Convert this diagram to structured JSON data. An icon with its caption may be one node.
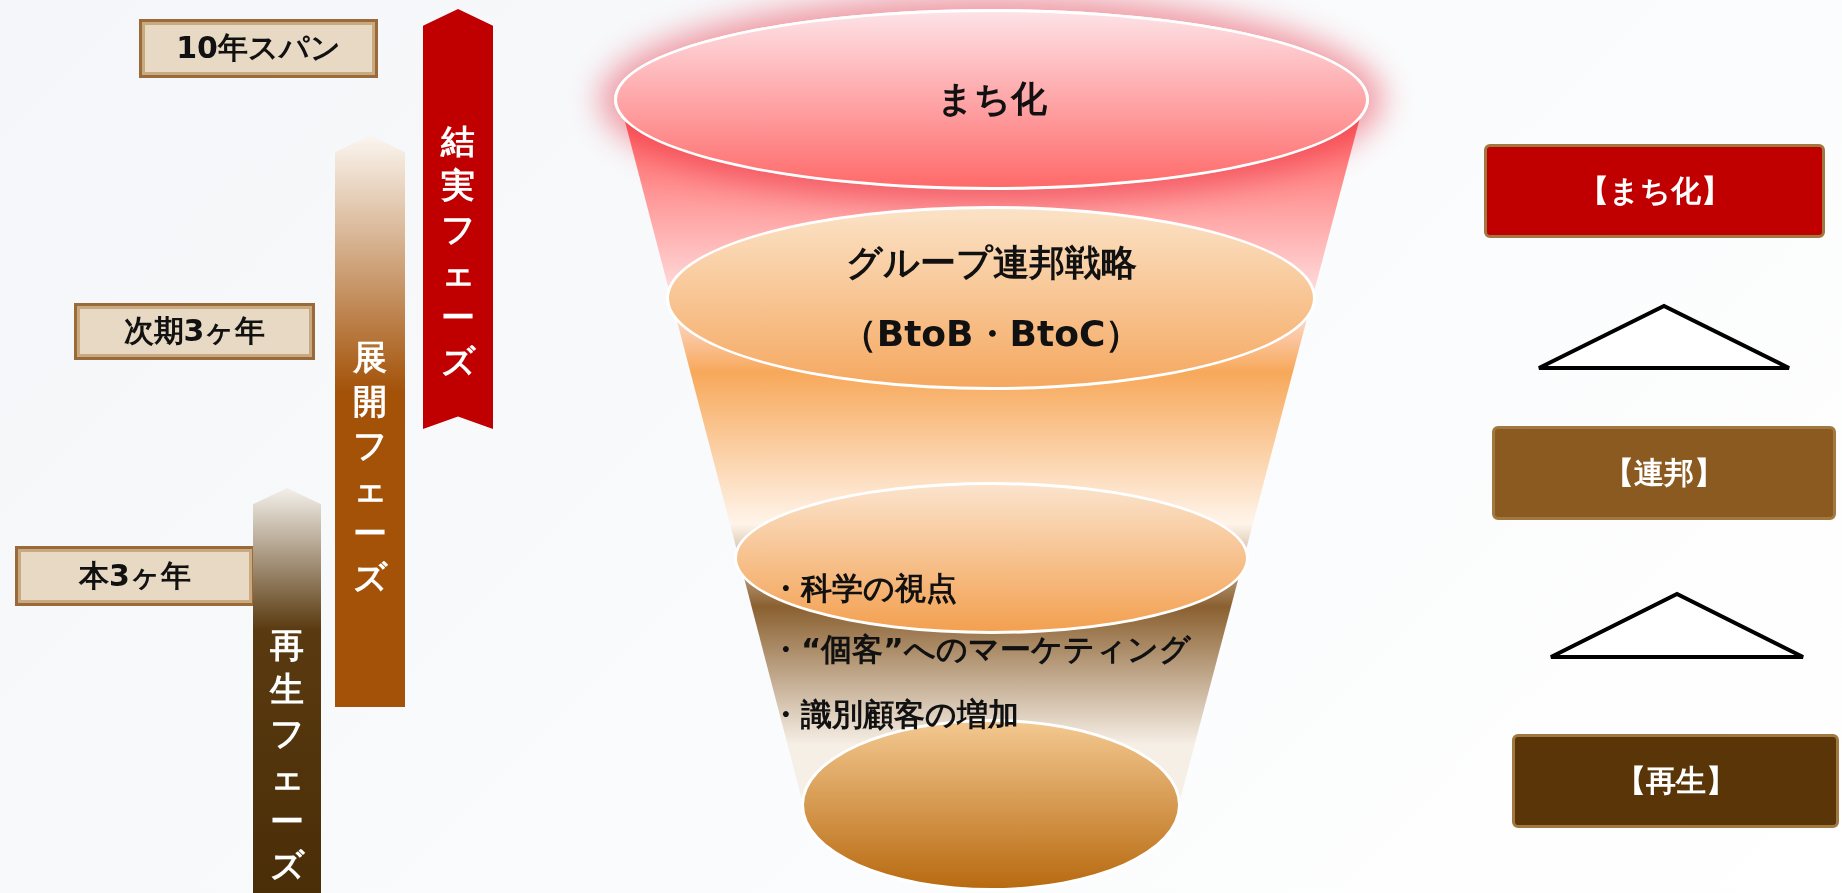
{
  "diagram": {
    "nodes": [
      {
        "text": [
          "10年スパン"
        ]
      },
      {
        "text": [
          "次期3ヶ年"
        ]
      },
      {
        "text": [
          "本3ヶ年"
        ]
      },
      {
        "text": [
          "結実フェーズ"
        ]
      },
      {
        "text": [
          "展開フェーズ"
        ]
      },
      {
        "text": [
          "再生フェーズ"
        ]
      },
      {
        "text": [
          "まち化"
        ]
      },
      {
        "text": [
          "グループ連邦戦略",
          "（BtoB・BtoC）"
        ]
      },
      {
        "text": [],
        "shape": "ellipse"
      },
      {
        "text": [],
        "shape": "ellipse"
      },
      {
        "text": [
          "【まち化】"
        ]
      },
      {
        "text": [],
        "shape": "triangle"
      },
      {
        "text": [
          "【連邦】"
        ]
      },
      {
        "text": [],
        "shape": "triangle"
      },
      {
        "text": [
          "【再生】"
        ]
      }
    ],
    "edges": [],
    "labels": [
      "・科学の視点",
      "・“個客”へのマーケティング",
      "・識別顧客の増加"
    ]
  }
}
